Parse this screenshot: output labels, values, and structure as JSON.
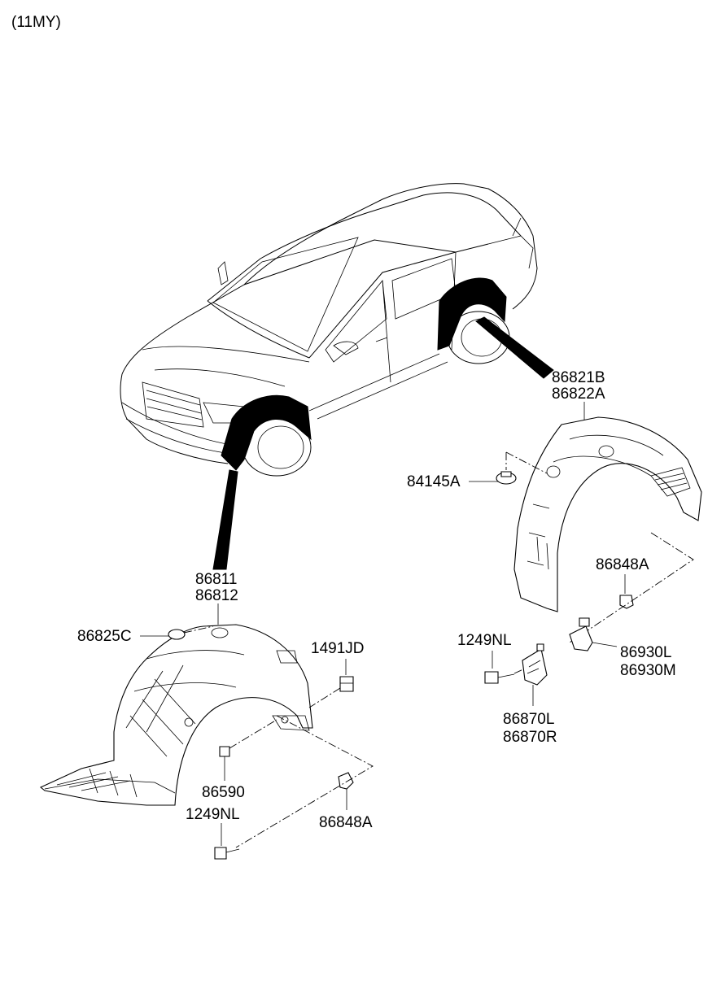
{
  "header": {
    "model_year": "(11MY)"
  },
  "callouts": {
    "front_upper": [
      "86811",
      "86812"
    ],
    "front_clip": "86825C",
    "front_nut": "1491JD",
    "front_screw": "86590",
    "front_bolt": "1249NL",
    "front_fastener": "86848A",
    "rear_upper": [
      "86821B",
      "86822A"
    ],
    "rear_clip": "84145A",
    "rear_fastener": "86848A",
    "rear_bolt": "1249NL",
    "rear_bracket": [
      "86930L",
      "86930M"
    ],
    "rear_flap": [
      "86870L",
      "86870R"
    ]
  },
  "colors": {
    "line": "#000000",
    "background": "#ffffff"
  }
}
